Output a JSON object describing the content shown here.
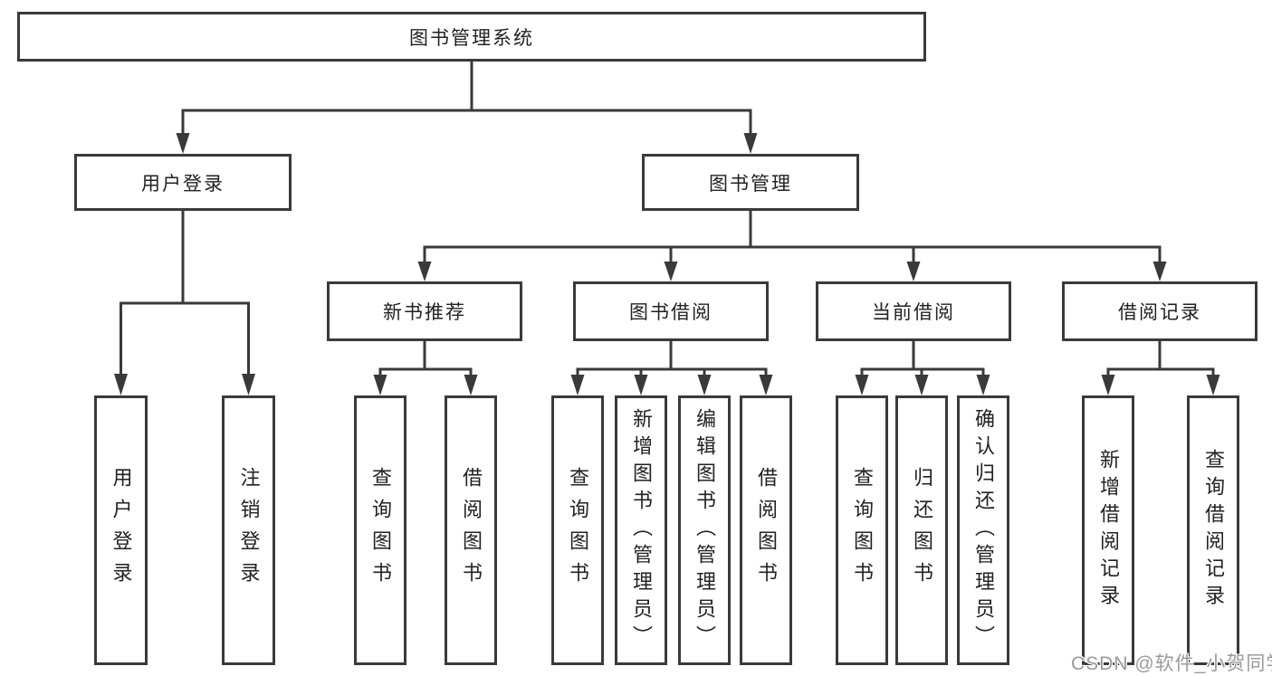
{
  "tree": {
    "root": {
      "label": "图书管理系统",
      "children": [
        {
          "label": "用户登录",
          "children": [
            {
              "label": "用户登录"
            },
            {
              "label": "注销登录"
            }
          ]
        },
        {
          "label": "图书管理",
          "children": [
            {
              "label": "新书推荐",
              "children": [
                {
                  "label": "查询图书"
                },
                {
                  "label": "借阅图书"
                }
              ]
            },
            {
              "label": "图书借阅",
              "children": [
                {
                  "label": "查询图书"
                },
                {
                  "label": "新增图书（管理员）"
                },
                {
                  "label": "编辑图书（管理员）"
                },
                {
                  "label": "借阅图书"
                }
              ]
            },
            {
              "label": "当前借阅",
              "children": [
                {
                  "label": "查询图书"
                },
                {
                  "label": "归还图书"
                },
                {
                  "label": "确认归还（管理员）"
                }
              ]
            },
            {
              "label": "借阅记录",
              "children": [
                {
                  "label": "新增借阅记录"
                },
                {
                  "label": "查询借阅记录"
                }
              ]
            }
          ]
        }
      ]
    }
  },
  "watermark": {
    "text": "CSDN @软件_小贺同学"
  },
  "colors": {
    "line": "#3a3a3a",
    "box_border": "#3a3a3a",
    "text": "#222222",
    "watermark": "#9a9a9a",
    "background": "#ffffff"
  }
}
